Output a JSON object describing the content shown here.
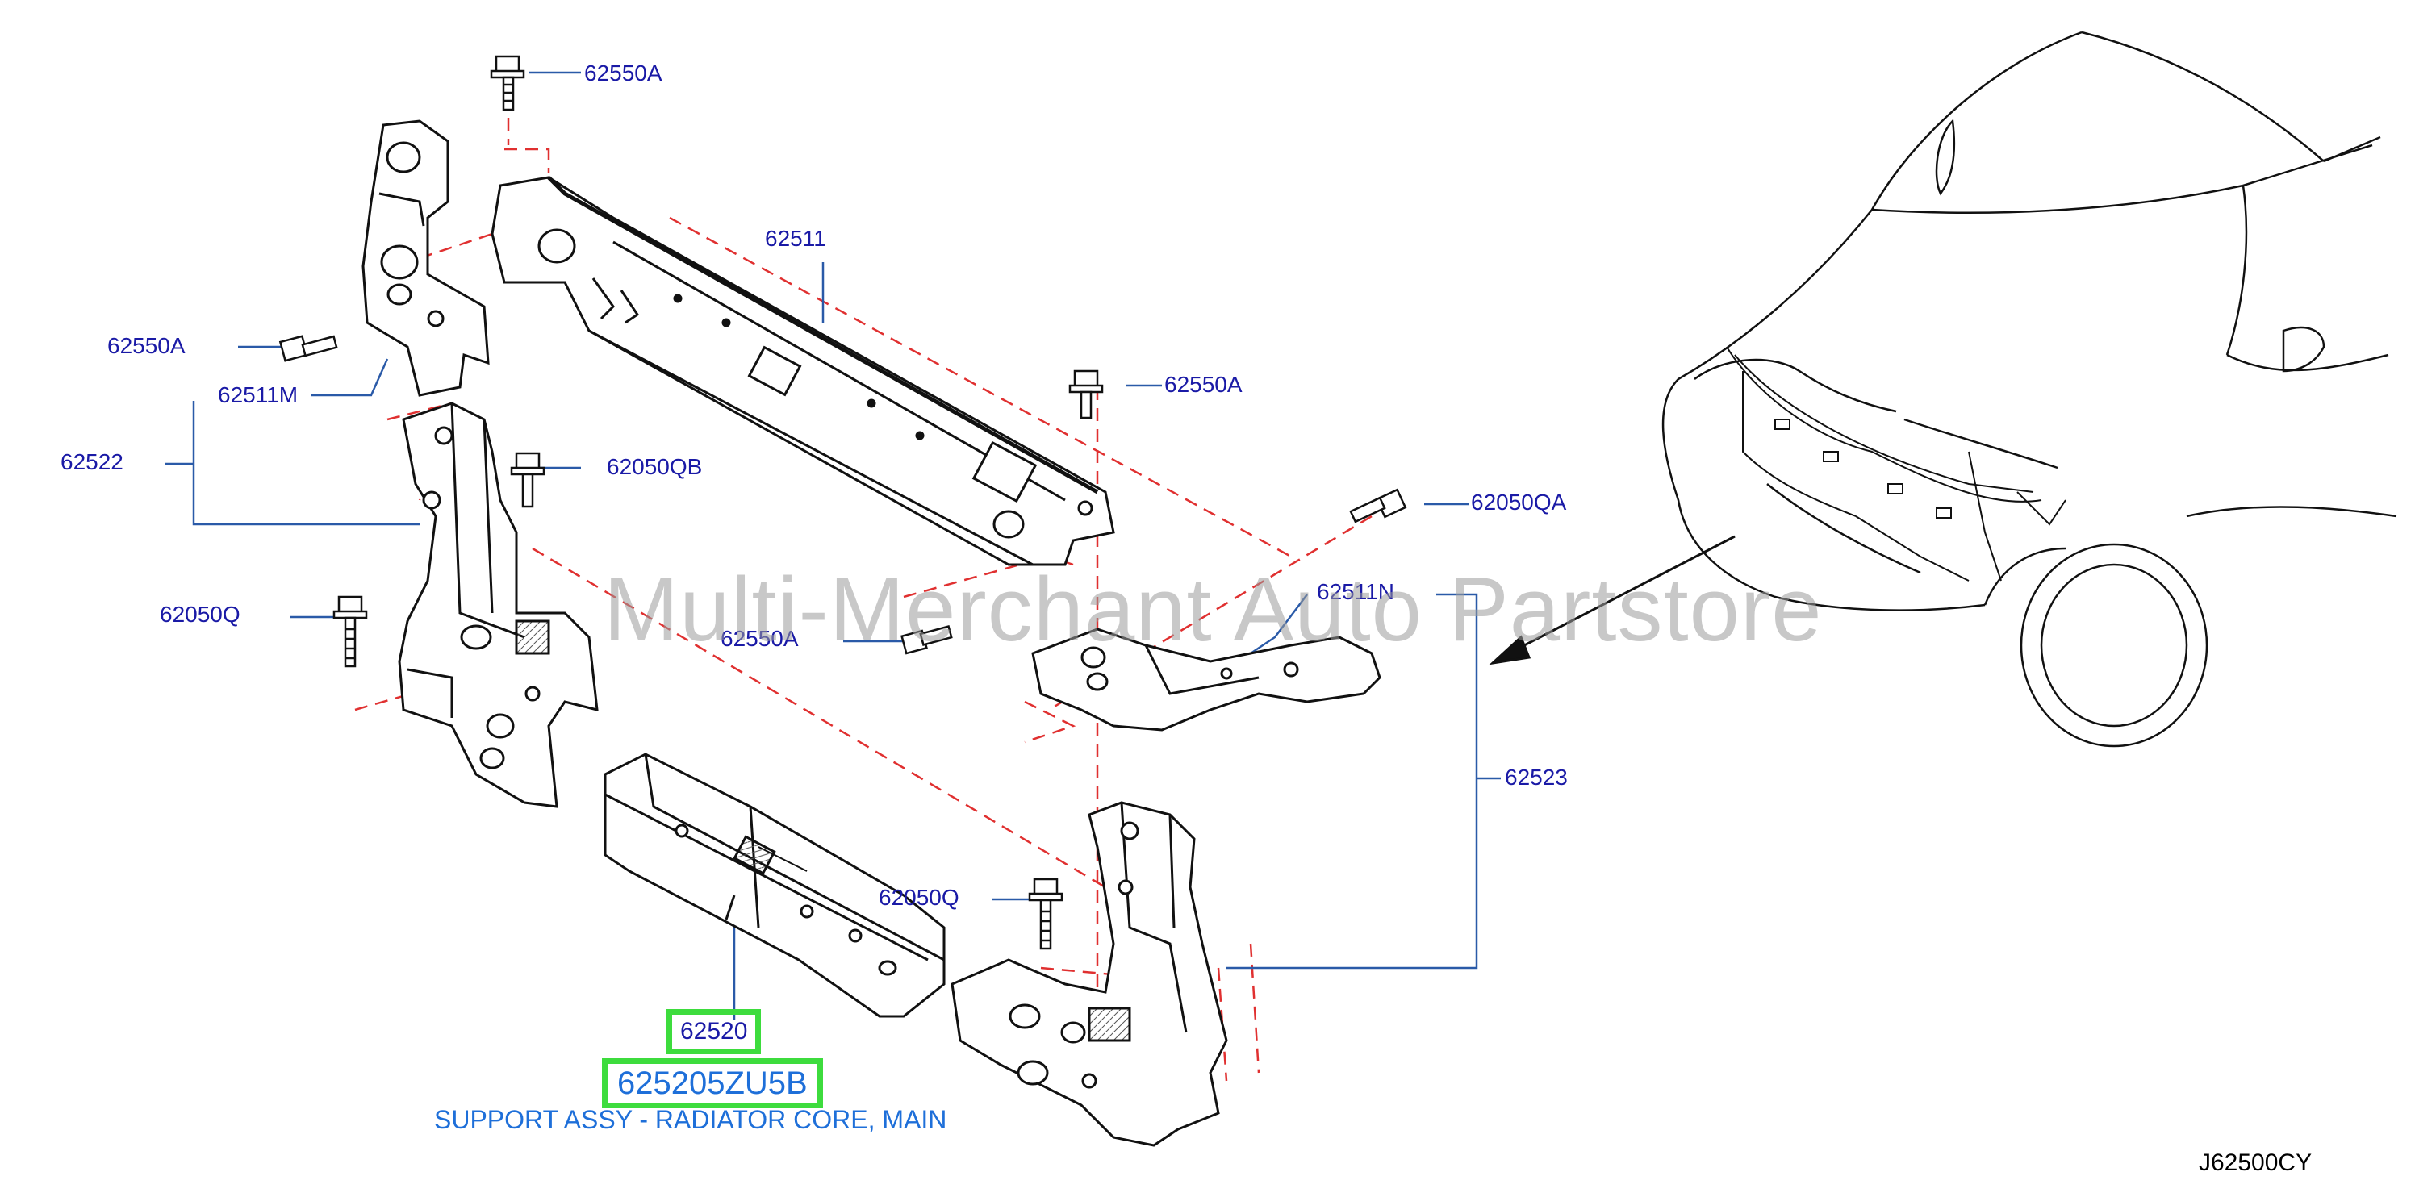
{
  "diagram": {
    "callouts": {
      "bolt_top": "62550A",
      "upper_support": "62511",
      "bolt_left": "62550A",
      "bracket_left": "62511M",
      "side_left": "62522",
      "bolt_qb": "62050QB",
      "bolt_right": "62550A",
      "bolt_qa": "62050QA",
      "bolt_q_left": "62050Q",
      "bolt_center": "62550A",
      "bracket_right": "62511N",
      "side_right": "62523",
      "bolt_q_center": "62050Q"
    },
    "selected_part": {
      "callout": "62520",
      "part_number": "625205ZU5B",
      "description": "SUPPORT ASSY - RADIATOR CORE, MAIN"
    },
    "watermark": "Multi-Merchant Auto Partstore",
    "diagram_code": "J62500CY"
  },
  "colors": {
    "callout_text": "#1a1aa6",
    "highlight_border": "#3ddc3d",
    "part_number_text": "#1e6fd9",
    "dashed_lines": "#e03030",
    "leader_lines": "#2a5aa8",
    "parts_outline": "#111111"
  }
}
